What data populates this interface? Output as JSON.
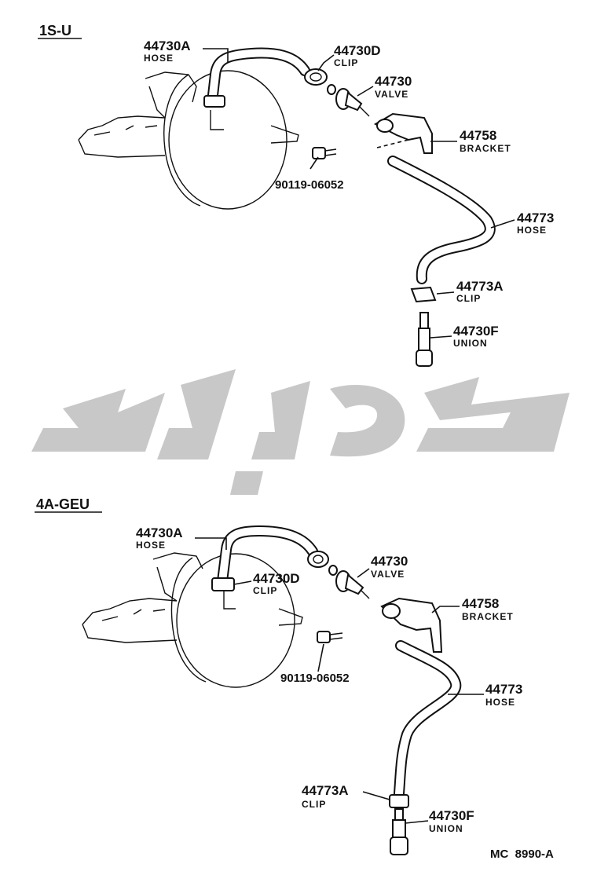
{
  "sections": [
    {
      "id": "1s-u",
      "title": "1S-U",
      "labels": [
        {
          "key": "hose_a",
          "number": "44730A",
          "name": "HOSE"
        },
        {
          "key": "clip_d",
          "number": "44730D",
          "name": "CLIP"
        },
        {
          "key": "valve",
          "number": "44730",
          "name": "VALVE"
        },
        {
          "key": "bracket",
          "number": "44758",
          "name": "BRACKET"
        },
        {
          "key": "screw",
          "number": "90119-06052",
          "name": ""
        },
        {
          "key": "hose",
          "number": "44773",
          "name": "HOSE"
        },
        {
          "key": "clip_a",
          "number": "44773A",
          "name": "CLIP"
        },
        {
          "key": "union",
          "number": "44730F",
          "name": "UNION"
        }
      ]
    },
    {
      "id": "4a-geu",
      "title": "4A-GEU",
      "labels": [
        {
          "key": "hose_a",
          "number": "44730A",
          "name": "HOSE"
        },
        {
          "key": "clip_d",
          "number": "44730D",
          "name": "CLIP"
        },
        {
          "key": "valve",
          "number": "44730",
          "name": "VALVE"
        },
        {
          "key": "bracket",
          "number": "44758",
          "name": "BRACKET"
        },
        {
          "key": "screw",
          "number": "90119-06052",
          "name": ""
        },
        {
          "key": "hose",
          "number": "44773",
          "name": "HOSE"
        },
        {
          "key": "clip_a",
          "number": "44773A",
          "name": "CLIP"
        },
        {
          "key": "union",
          "number": "44730F",
          "name": "UNION"
        }
      ]
    }
  ],
  "reference": "MC  8990-A"
}
